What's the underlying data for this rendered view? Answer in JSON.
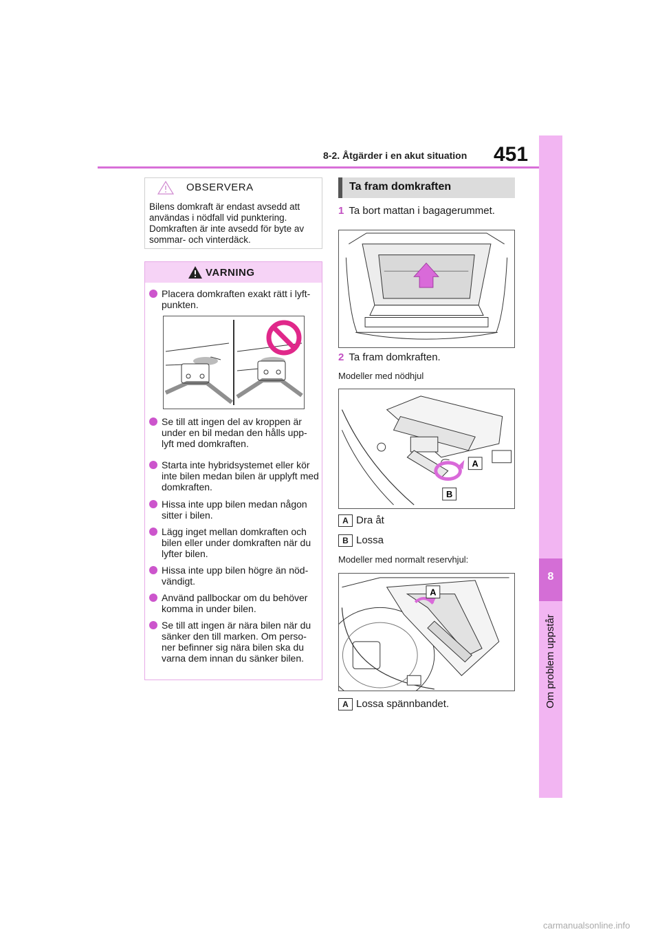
{
  "header": {
    "section": "8-2. Åtgärder i en akut situation",
    "page_number": "451"
  },
  "side_tab": {
    "number": "8",
    "label": "Om problem uppstår"
  },
  "notice": {
    "title": "OBSERVERA",
    "text": "Bilens domkraft är endast avsedd att användas i nödfall vid punktering. Domkraften är inte avsedd för byte av sommar- och vinterdäck."
  },
  "warning": {
    "title": "VARNING",
    "bullets": [
      "Placera domkraften exakt rätt i lyft- punkten.",
      "Se till att ingen del av kroppen är under en bil medan den hålls upp- lyft med domkraften.",
      "Starta inte hybridsystemet eller kör inte bilen medan bilen är upplyft med domkraften.",
      "Hissa inte upp bilen medan någon sitter i bilen.",
      "Lägg inget mellan domkraften och bilen eller under domkraften när du lyfter bilen.",
      "Hissa inte upp bilen högre än nöd- vändigt.",
      "Använd pallbockar om du behöver komma in under bilen.",
      "Se till att ingen är nära bilen när du sänker den till marken. Om perso- ner befinner sig nära bilen ska du varna dem innan du sänker bilen."
    ]
  },
  "section": {
    "title": "Ta fram domkraften",
    "step1": {
      "num": "1",
      "text": "Ta bort mattan i bagagerummet."
    },
    "step2": {
      "num": "2",
      "text": "Ta fram domkraften."
    },
    "variant1": "Modeller med nödhjul",
    "labels1": [
      {
        "key": "A",
        "text": "Dra åt"
      },
      {
        "key": "B",
        "text": "Lossa"
      }
    ],
    "variant2": "Modeller med normalt reservhjul:",
    "labels2": [
      {
        "key": "A",
        "text": "Lossa spännbandet."
      }
    ]
  },
  "footer": "carmanualsonline.info"
}
